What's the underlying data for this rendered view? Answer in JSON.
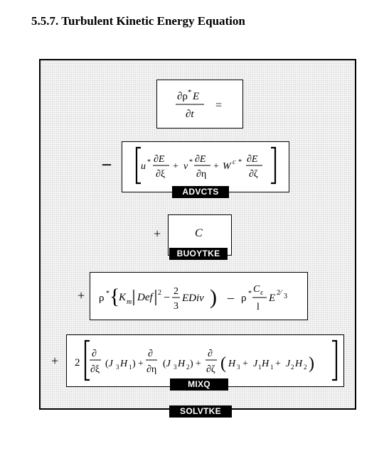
{
  "heading": "5.5.7. Turbulent Kinetic Energy Equation",
  "labels": {
    "advection": "ADVCTS",
    "buoyancy": "BUOYTKE",
    "mixing": "MIXQ",
    "solver": "SOLVTKE"
  },
  "operators": {
    "minus": "–",
    "plus": "+"
  },
  "terms": {
    "lhs_equals": "=",
    "buoyancy_term": "C",
    "mixing_coefficient": "2"
  }
}
